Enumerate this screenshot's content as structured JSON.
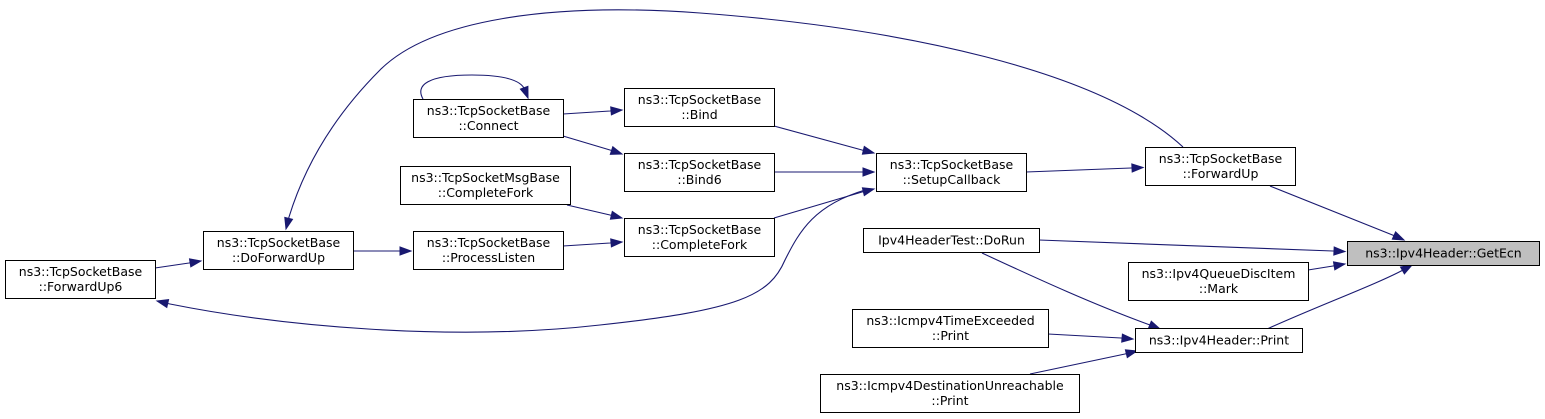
{
  "graph": {
    "edge_color": "#191970",
    "node_fill": "#ffffff",
    "focus_fill": "#bfbfbf",
    "nodes": {
      "getecn": {
        "lines": [
          "ns3::Ipv4Header::GetEcn"
        ],
        "focus": true
      },
      "forwardup": {
        "lines": [
          "ns3::TcpSocketBase",
          "::ForwardUp"
        ]
      },
      "setupcallback": {
        "lines": [
          "ns3::TcpSocketBase",
          "::SetupCallback"
        ]
      },
      "bind": {
        "lines": [
          "ns3::TcpSocketBase",
          "::Bind"
        ]
      },
      "bind6": {
        "lines": [
          "ns3::TcpSocketBase",
          "::Bind6"
        ]
      },
      "completefork": {
        "lines": [
          "ns3::TcpSocketBase",
          "::CompleteFork"
        ]
      },
      "connect": {
        "lines": [
          "ns3::TcpSocketBase",
          "::Connect"
        ]
      },
      "msgcompletefork": {
        "lines": [
          "ns3::TcpSocketMsgBase",
          "::CompleteFork"
        ]
      },
      "processlisten": {
        "lines": [
          "ns3::TcpSocketBase",
          "::ProcessListen"
        ]
      },
      "doforwardup": {
        "lines": [
          "ns3::TcpSocketBase",
          "::DoForwardUp"
        ]
      },
      "forwardup6": {
        "lines": [
          "ns3::TcpSocketBase",
          "::ForwardUp6"
        ]
      },
      "dorun": {
        "lines": [
          "Ipv4HeaderTest::DoRun"
        ]
      },
      "mark": {
        "lines": [
          "ns3::Ipv4QueueDiscItem",
          "::Mark"
        ]
      },
      "print": {
        "lines": [
          "ns3::Ipv4Header::Print"
        ]
      },
      "timeexceeded": {
        "lines": [
          "ns3::Icmpv4TimeExceeded",
          "::Print"
        ]
      },
      "destunreach": {
        "lines": [
          "ns3::Icmpv4DestinationUnreachable",
          "::Print"
        ]
      }
    },
    "edges": [
      {
        "from": "forwardup",
        "to": "getecn"
      },
      {
        "from": "dorun",
        "to": "getecn"
      },
      {
        "from": "mark",
        "to": "getecn"
      },
      {
        "from": "print",
        "to": "getecn"
      },
      {
        "from": "setupcallback",
        "to": "forwardup"
      },
      {
        "from": "bind",
        "to": "setupcallback"
      },
      {
        "from": "bind6",
        "to": "setupcallback"
      },
      {
        "from": "completefork",
        "to": "setupcallback"
      },
      {
        "from": "connect",
        "to": "bind"
      },
      {
        "from": "connect",
        "to": "bind6"
      },
      {
        "from": "connect",
        "to": "connect"
      },
      {
        "from": "msgcompletefork",
        "to": "completefork"
      },
      {
        "from": "processlisten",
        "to": "completefork"
      },
      {
        "from": "doforwardup",
        "to": "processlisten"
      },
      {
        "from": "forwardup6",
        "to": "doforwardup"
      },
      {
        "from": "forwardup",
        "to": "doforwardup"
      },
      {
        "from": "setupcallback",
        "to": "forwardup6"
      },
      {
        "from": "dorun",
        "to": "print"
      },
      {
        "from": "timeexceeded",
        "to": "print"
      },
      {
        "from": "destunreach",
        "to": "print"
      }
    ]
  }
}
